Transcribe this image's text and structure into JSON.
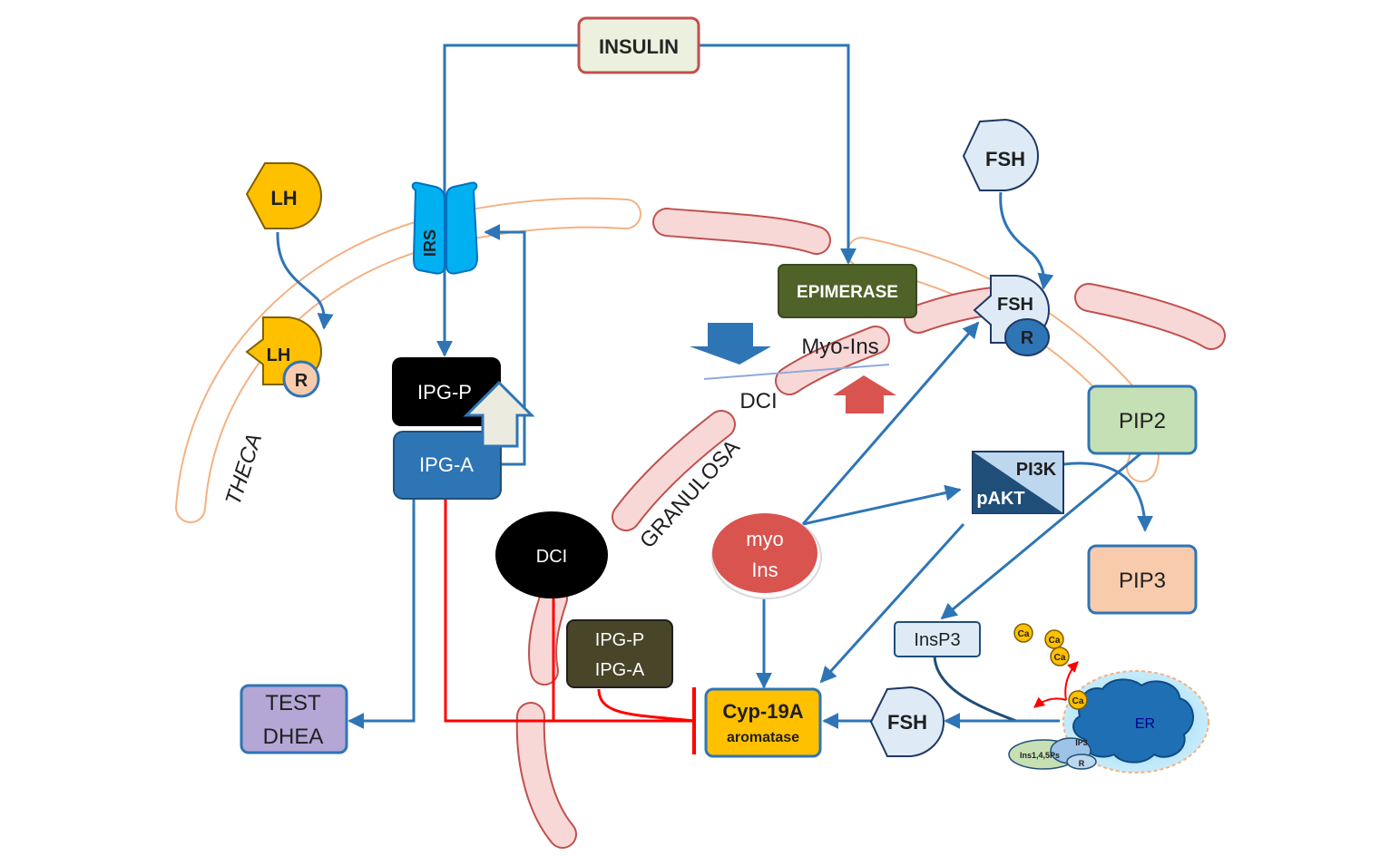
{
  "diagram": {
    "insulin": "INSULIN",
    "irs": "IRS",
    "lh_top": "LH",
    "lh_receptor": "LH",
    "lh_r": "R",
    "theca": "THECA",
    "ipg_p": "IPG-P",
    "ipg_a": "IPG-A",
    "test": "TEST",
    "dhea": "DHEA",
    "epimerase": "EPIMERASE",
    "myo_ins_label": "Myo-Ins",
    "dci_label": "DCI",
    "granulosa": "GRANULOSA",
    "dci_node": "DCI",
    "myo_line1": "myo",
    "myo_line2": "Ins",
    "ipg_box_p": "IPG-P",
    "ipg_box_a": "IPG-A",
    "cyp_line1": "Cyp-19A",
    "cyp_line2": "aromatase",
    "fsh_top": "FSH",
    "fsh_receptor": "FSH",
    "fsh_r": "R",
    "fsh_bottom": "FSH",
    "pip2": "PIP2",
    "pip3": "PIP3",
    "pi3k": "PI3K",
    "pakt": "pAKT",
    "insp3": "InsP3",
    "er": "ER",
    "ca1": "Ca",
    "ca2": "Ca",
    "ca3": "Ca",
    "ca4": "Ca",
    "ip3": "IP3",
    "r_small": "R",
    "ins_ps": "Ins1,4,5Ps"
  },
  "colors": {
    "arrow_blue": "#2e75b6",
    "inhibit_red": "#ff0000",
    "membrane_fill": "#f8d7d7",
    "membrane_stroke": "#c0504d",
    "theca_orange": "#f4b183",
    "lh_fill": "#ffc000",
    "fsh_fill": "#deebf7",
    "irs_fill": "#00b0f0",
    "epimerase_fill": "#4f6228",
    "pip2_fill": "#c5e0b4",
    "pip3_fill": "#f8cbad",
    "test_fill": "#b4a7d6",
    "cyp_fill": "#ffc000",
    "ipg_box_fill": "#494529",
    "myo_fill": "#d9534f",
    "er_fill": "#1f6fb5"
  }
}
